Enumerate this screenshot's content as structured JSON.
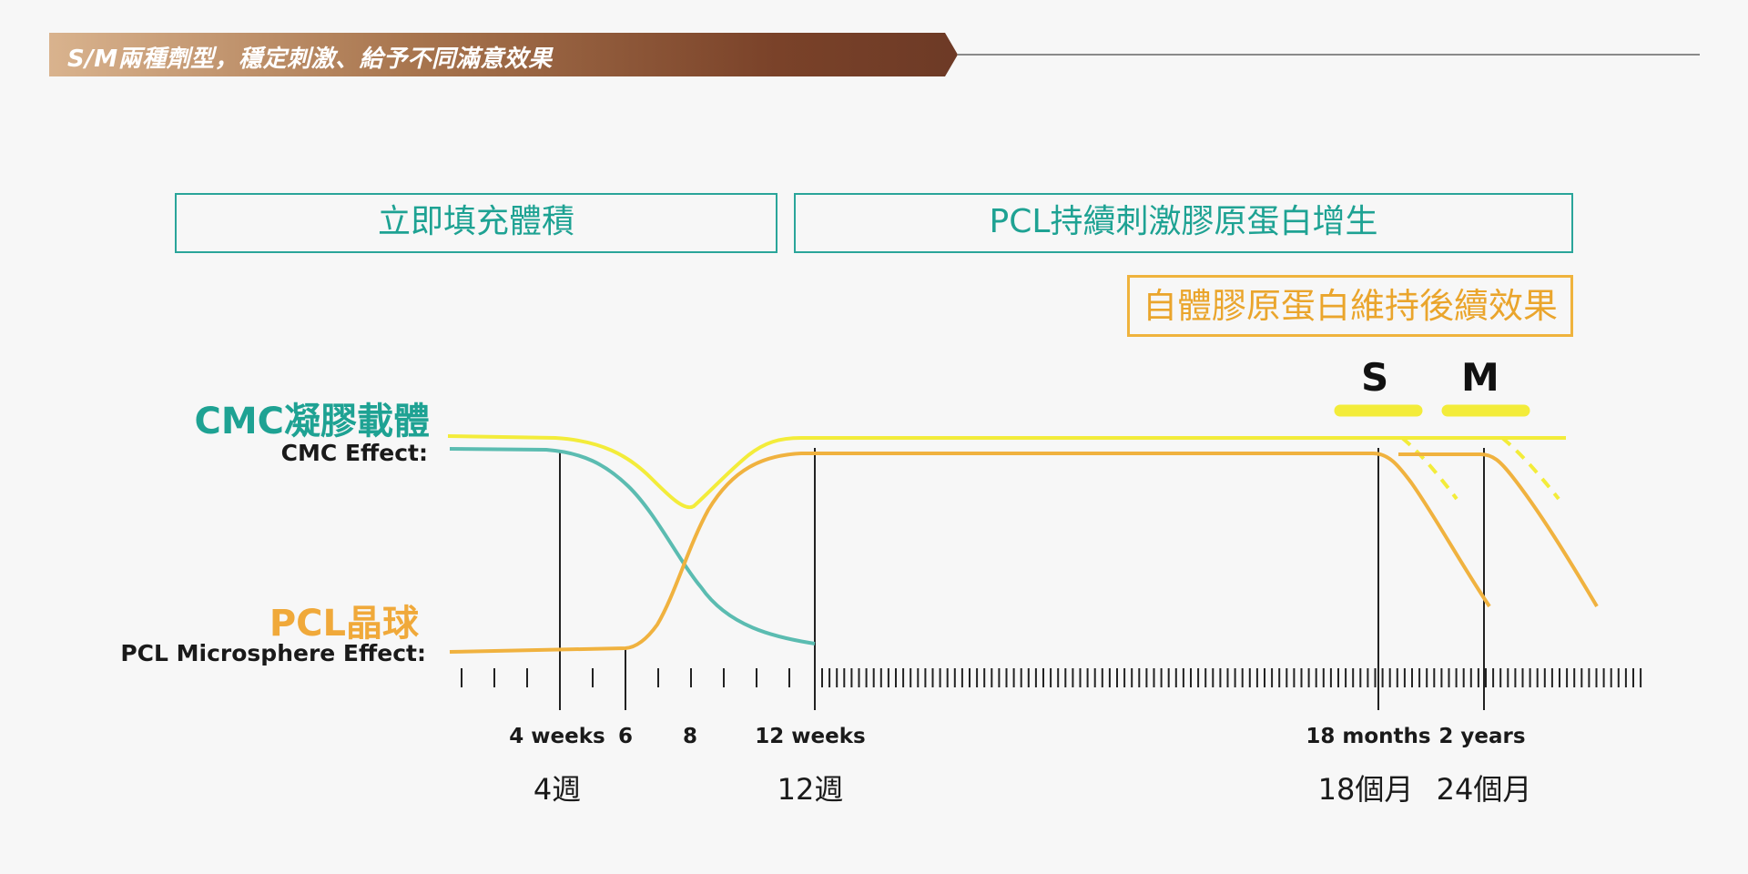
{
  "banner": {
    "title": "S/M兩種劑型，穩定刺激、給予不同滿意效果"
  },
  "phases": {
    "immediate_fill": "立即填充體積",
    "pcl_stimulation": "PCL持續刺激膠原蛋白增生",
    "autologous_collagen": "自體膠原蛋白維持後續效果"
  },
  "series_labels": {
    "cmc_zh": "CMC凝膠載體",
    "cmc_en": "CMC Effect:",
    "pcl_zh": "PCL晶球",
    "pcl_en": "PCL Microsphere Effect:"
  },
  "markers": {
    "s": "S",
    "m": "M"
  },
  "ticks": {
    "w4_en": "4 weeks",
    "w6_en": "6",
    "w8_en": "8",
    "w12_en": "12 weeks",
    "m18_en": "18 months",
    "y2_en": "2 years",
    "w4_zh": "4週",
    "w12_zh": "12週",
    "m18_zh": "18個月",
    "m24_zh": "24個月"
  },
  "colors": {
    "cmc": "#5bbcb1",
    "pcl": "#f0b23f",
    "total": "#f3ec3a",
    "teal_text": "#1ea293",
    "orange_text": "#f0a93a",
    "axis": "#222222"
  }
}
